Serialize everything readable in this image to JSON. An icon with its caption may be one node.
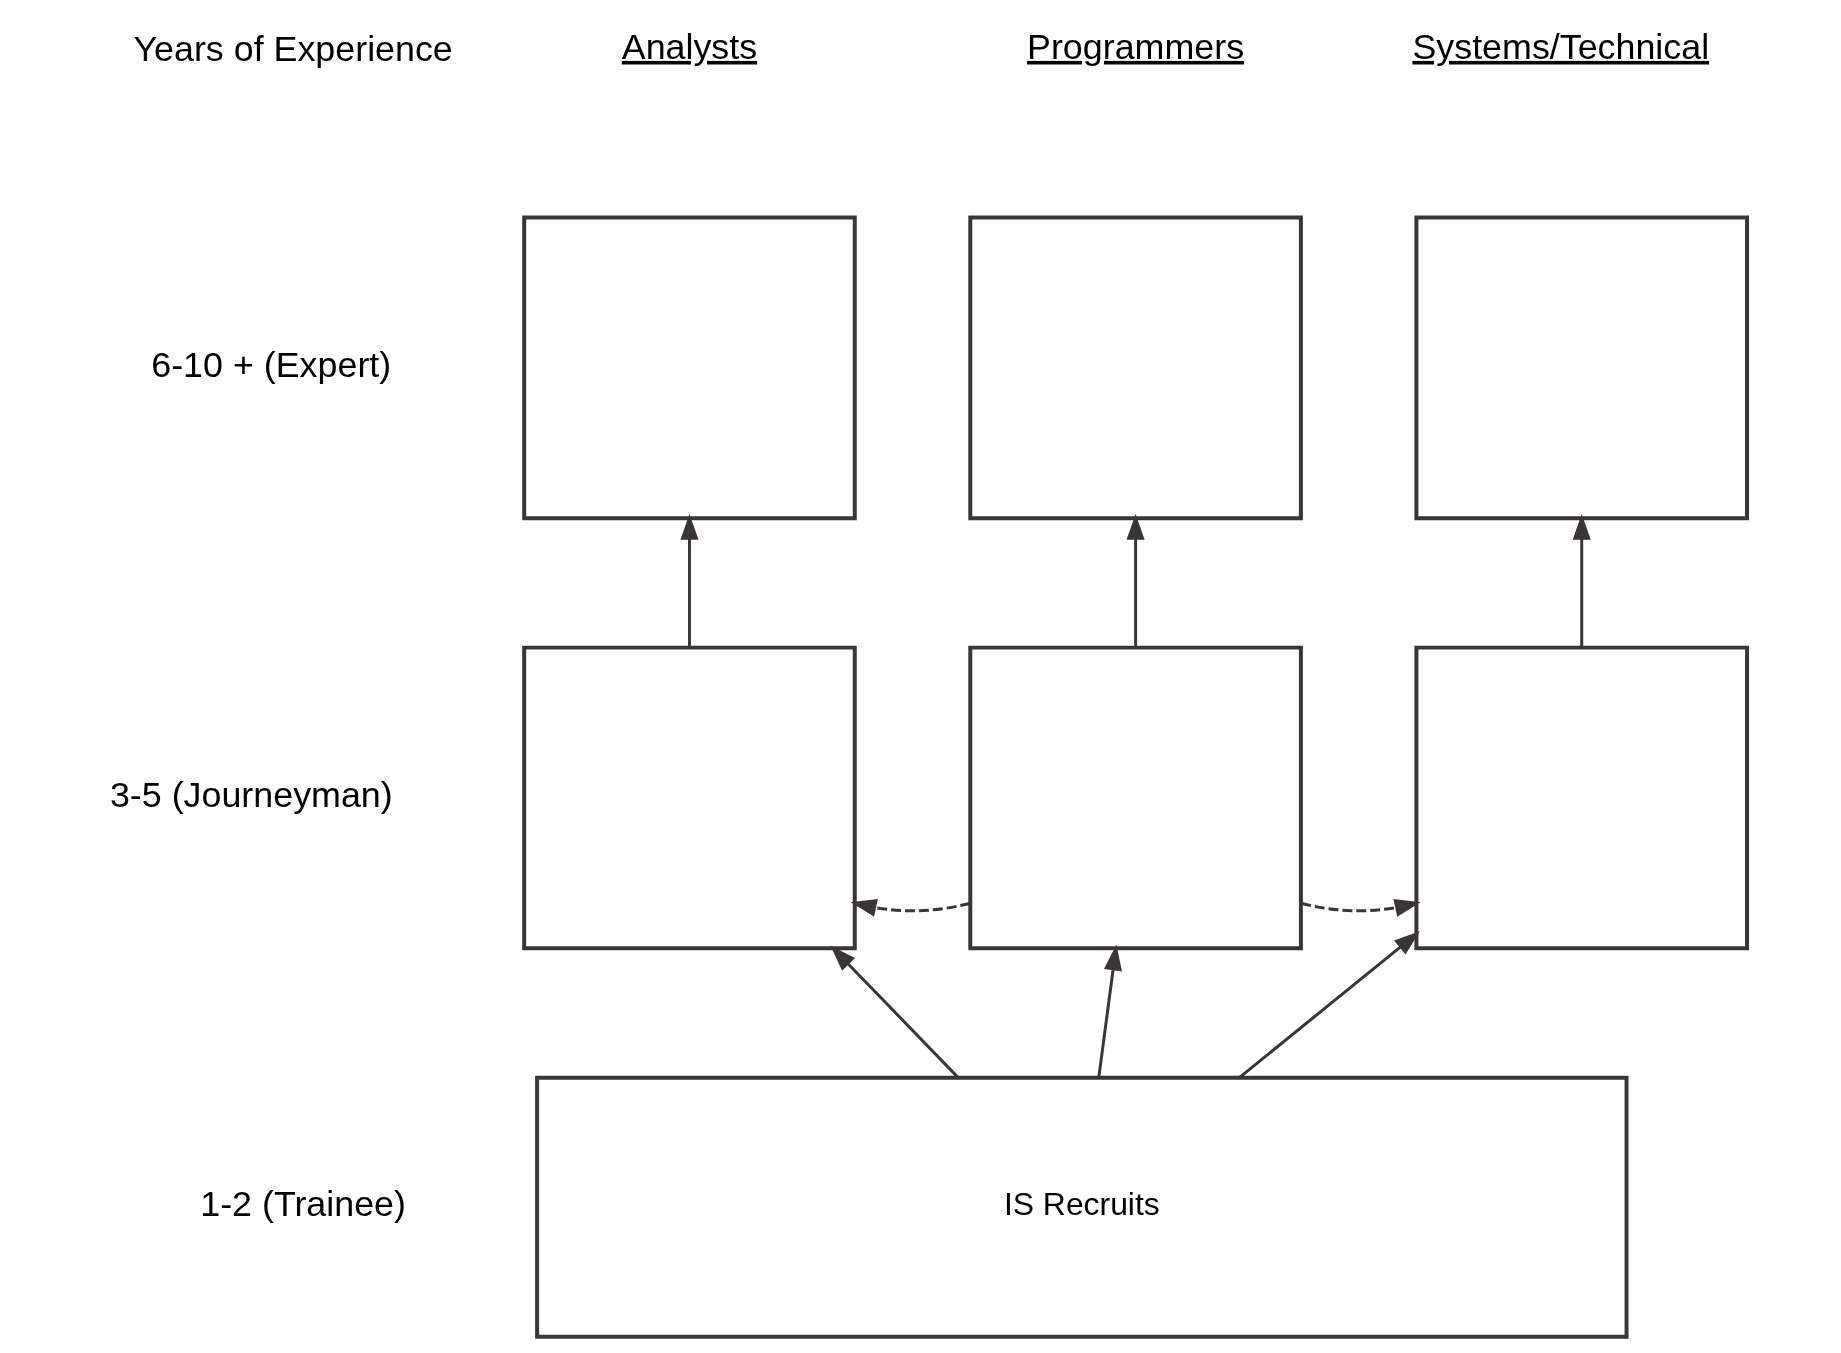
{
  "diagram": {
    "nodes": [
      {
        "text": [],
        "shape": "box"
      },
      {
        "text": [],
        "shape": "box"
      },
      {
        "text": [],
        "shape": "box"
      },
      {
        "text": [],
        "shape": "box"
      },
      {
        "text": [],
        "shape": "box"
      },
      {
        "text": [],
        "shape": "box"
      },
      {
        "text": [
          "IS Recruits"
        ]
      }
    ],
    "edges": [
      {
        "from": 3,
        "to": 0,
        "arrow": "to"
      },
      {
        "from": 4,
        "to": 1,
        "arrow": "to"
      },
      {
        "from": 5,
        "to": 2,
        "arrow": "to"
      },
      {
        "from": 4,
        "to": 3,
        "arrow": "to",
        "style": "dashed"
      },
      {
        "from": 4,
        "to": 5,
        "arrow": "to",
        "style": "dashed"
      },
      {
        "from": 6,
        "to": 3,
        "arrow": "to"
      },
      {
        "from": 6,
        "to": 4,
        "arrow": "to"
      },
      {
        "from": 6,
        "to": 5,
        "arrow": "to"
      }
    ],
    "labels": [
      "Analysts",
      "Programmers",
      "Systems/Technical",
      "Years of Experience",
      "6-10 + (Expert)",
      "3-5 (Journeyman)",
      "1-2 (Trainee)"
    ]
  }
}
